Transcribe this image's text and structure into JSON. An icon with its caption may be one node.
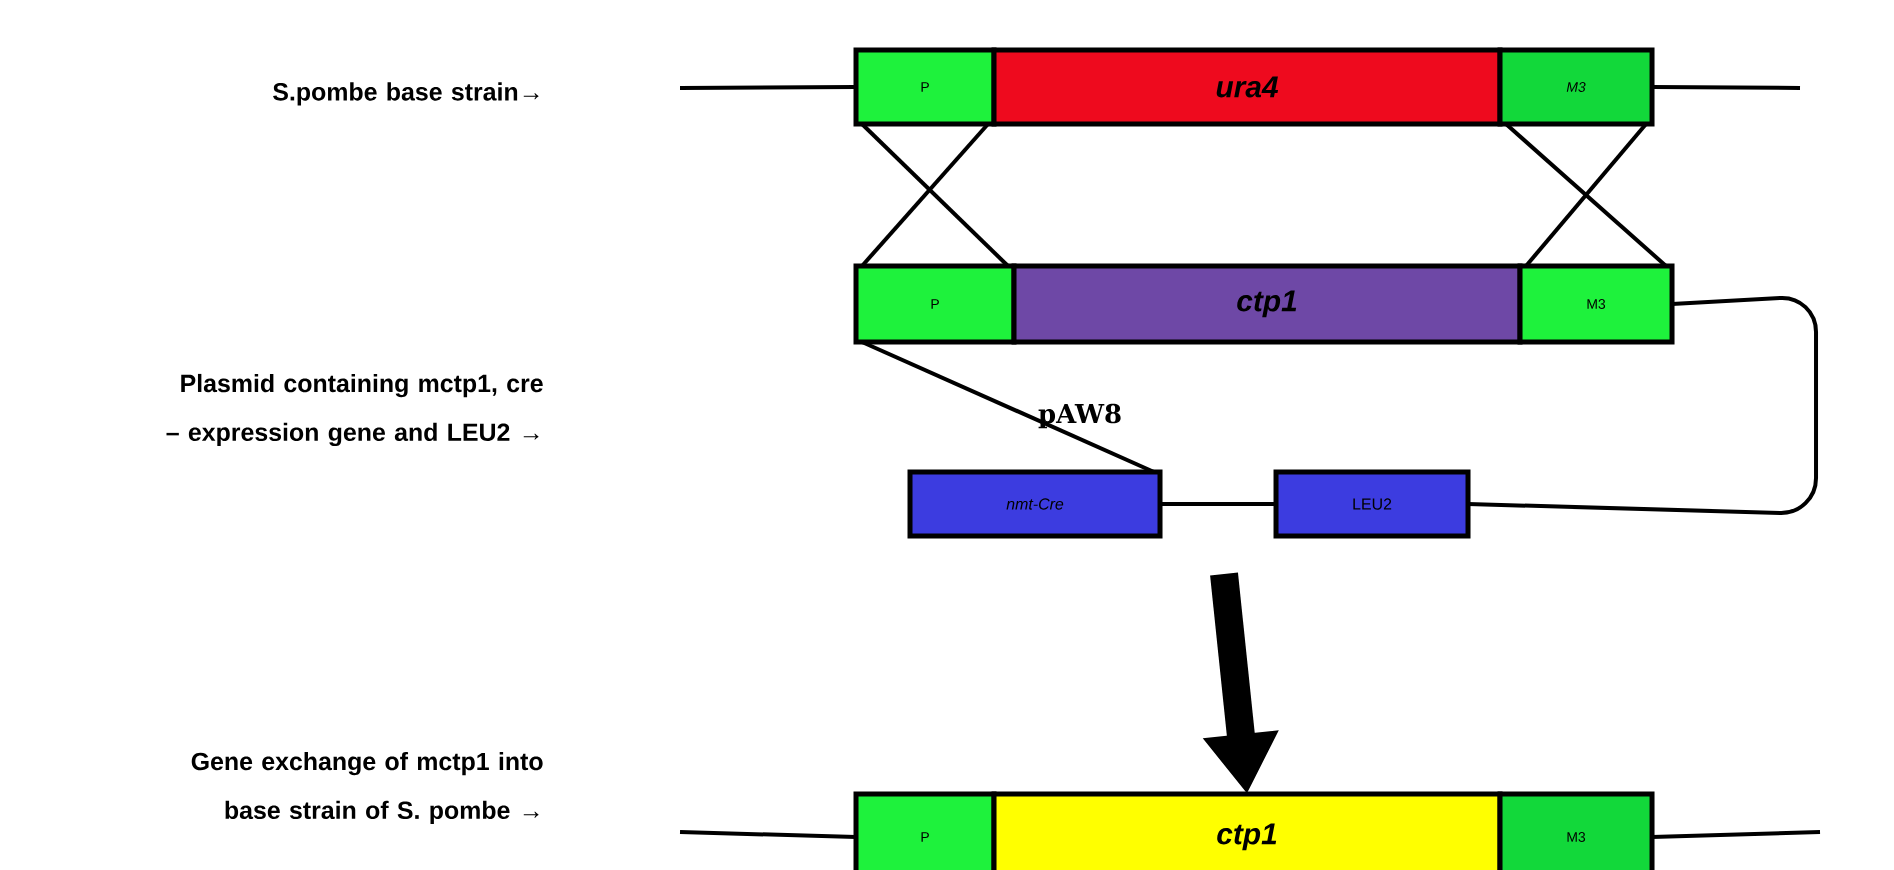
{
  "diagram": {
    "nodes": [
      {
        "text": [
          "P"
        ]
      },
      {
        "text": [
          "ura4"
        ]
      },
      {
        "text": [
          "M3"
        ]
      },
      {
        "text": [
          "P"
        ]
      },
      {
        "text": [
          "ctp1"
        ]
      },
      {
        "text": [
          "M3"
        ]
      },
      {
        "text": [
          "nmt-Cre"
        ]
      },
      {
        "text": [
          "LEU2"
        ]
      },
      {
        "text": [
          "P"
        ]
      },
      {
        "text": [
          "ctp1"
        ]
      },
      {
        "text": [
          "M3"
        ]
      }
    ],
    "edges": [
      {
        "from": null,
        "to": 0,
        "arrow": "none"
      },
      {
        "from": 2,
        "to": null,
        "arrow": "none"
      },
      {
        "from": 0,
        "to": 3,
        "arrow": "none"
      },
      {
        "from": 0,
        "to": 3,
        "arrow": "none"
      },
      {
        "from": 2,
        "to": 5,
        "arrow": "none"
      },
      {
        "from": 2,
        "to": 5,
        "arrow": "none"
      },
      {
        "from": 3,
        "to": 6,
        "arrow": "none"
      },
      {
        "from": 6,
        "to": 7,
        "arrow": "none"
      },
      {
        "from": 7,
        "to": 5,
        "arrow": "none"
      },
      {
        "from": null,
        "to": 9,
        "arrow": "to",
        "style": "thick"
      },
      {
        "from": null,
        "to": 8,
        "arrow": "none"
      },
      {
        "from": 10,
        "to": null,
        "arrow": "none"
      }
    ],
    "labels": [
      "S.pombe base strain→",
      "Plasmid containing mctp1, cre – expression gene and LEU2 →",
      "pAW8",
      "Gene exchange of mctp1 into base strain of S. pombe →"
    ]
  }
}
